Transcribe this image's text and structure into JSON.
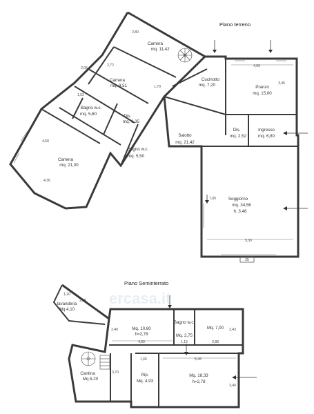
{
  "floors": {
    "ground": {
      "title": "Piano terreno",
      "rooms": [
        {
          "name": "Camera",
          "area": "mq. 11,42"
        },
        {
          "name": "Camera",
          "area": "mq. 9,51"
        },
        {
          "name": "Bagno w.c.",
          "area": "mq. 5,60"
        },
        {
          "name": "Dis.",
          "area": "mq. 6,35"
        },
        {
          "name": "Camera",
          "area": "mq. 21,00"
        },
        {
          "name": "Bagno w.c.",
          "area": "mq. 5,50"
        },
        {
          "name": "Cucinotto",
          "area": "mq. 7,20"
        },
        {
          "name": "Pranzo",
          "area": "mq. 15,00"
        },
        {
          "name": "Salotto",
          "area": "mq. 21,42"
        },
        {
          "name": "Dis.",
          "area": "mq. 2,52"
        },
        {
          "name": "Ingresso",
          "area": "mq. 6,80"
        },
        {
          "name": "Soggiorno",
          "area": "mq. 34,56",
          "extra": "h. 3,48"
        }
      ],
      "dimensions": [
        "2,80",
        "2,72",
        "2,05",
        "1,52",
        "1,70",
        "4,50",
        "4,36",
        "4,00",
        "3,45",
        "7,00",
        "5,30"
      ],
      "marker": "25"
    },
    "basement": {
      "title": "Piano Seminterrato",
      "rooms": [
        {
          "name": "lavanderia",
          "area": "Mq.4,10"
        },
        {
          "name": "",
          "area": "Mq. 10,80",
          "extra": "h=2,78"
        },
        {
          "name": "Bagno w.c.",
          "area": "Mq. 2,75"
        },
        {
          "name": "",
          "area": "Mq. 7,00"
        },
        {
          "name": "Cantina",
          "area": "Mq.5,20"
        },
        {
          "name": "Rip.",
          "area": "Mq. 4,93"
        },
        {
          "name": "",
          "area": "Mq. 18,33",
          "extra": "h=2,78"
        }
      ],
      "dimensions": [
        "1,20",
        "2,35",
        "2,40",
        "4,50",
        "1,15",
        "2,88",
        "2,43",
        "3,70",
        "1,65",
        "5,45",
        "3,40"
      ]
    }
  },
  "watermark": "ercasa.it"
}
